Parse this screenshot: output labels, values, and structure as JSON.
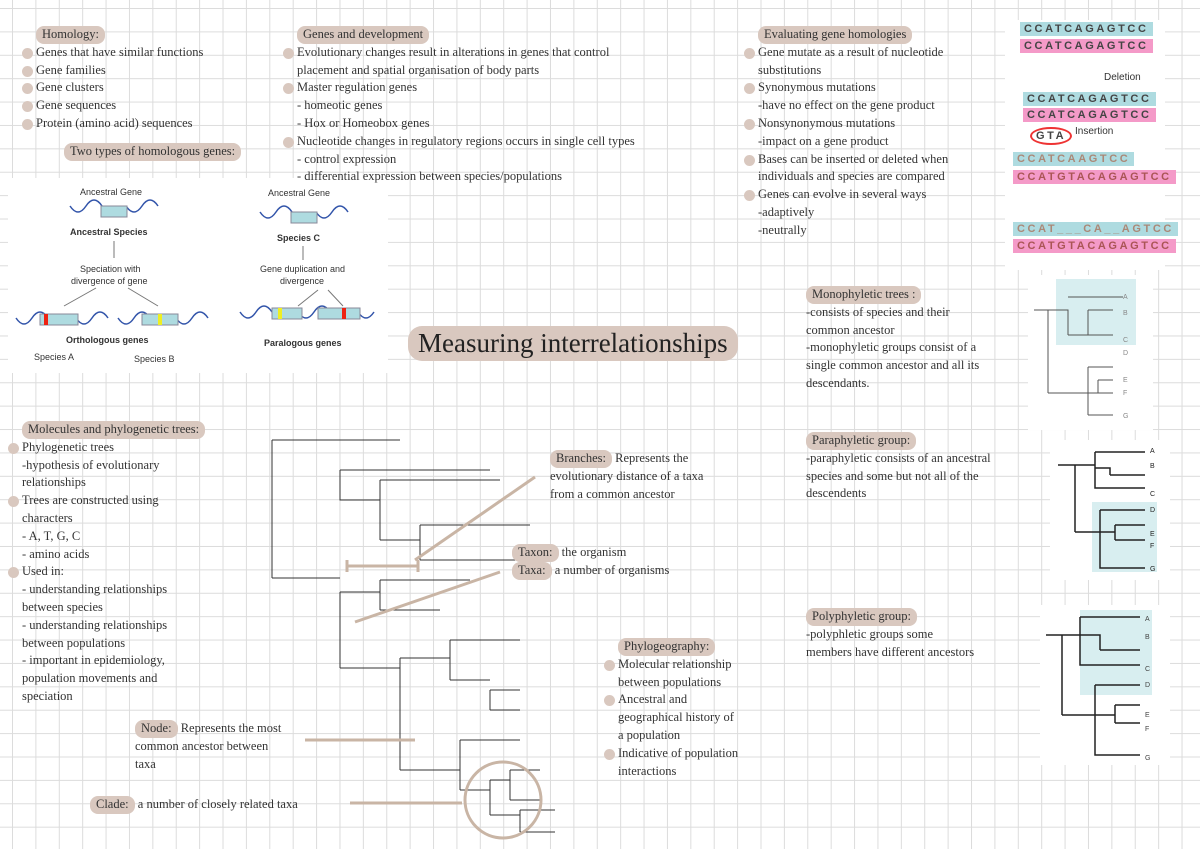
{
  "title": "Measuring interrelationships",
  "homology": {
    "heading": "Homology:",
    "items": [
      "Genes that have similar functions",
      "Gene families",
      "Gene clusters",
      "Gene sequences",
      "Protein (amino acid) sequences"
    ],
    "two_types": "Two types of homologous genes:"
  },
  "homology_figure": {
    "ancestral_gene": "Ancestral Gene",
    "ancestral_species": "Ancestral Species",
    "speciation": "Speciation with",
    "divergence": "divergence of gene",
    "orthologous": "Orthologous genes",
    "species_a": "Species A",
    "species_b": "Species B",
    "ancestral_gene2": "Ancestral Gene",
    "species_c": "Species C",
    "duplication": "Gene duplication and",
    "divergence2": "divergence",
    "paralogous": "Paralogous genes"
  },
  "development": {
    "heading": "Genes and development",
    "lines": [
      "Evolutionary changes result in alterations in genes that control",
      "placement and spatial organisation of body parts",
      "Master regulation genes",
      "- homeotic genes",
      "- Hox or Homeobox genes",
      "Nucleotide changes in regulatory regions occurs in single cell types",
      "- control expression",
      "- differential expression between species/populations"
    ]
  },
  "evaluating": {
    "heading": "Evaluating gene homologies",
    "lines": [
      "Gene mutate as a result of nucleotide",
      "substitutions",
      "Synonymous mutations",
      "-have no effect on the gene product",
      "Nonsynonymous mutations",
      "-impact on a gene product",
      "Bases can be inserted or deleted when",
      "individuals and species are compared",
      "Genes can evolve in several ways",
      "-adaptively",
      "-neutrally"
    ]
  },
  "sequences": {
    "s1": "CCATCAGAGTCC",
    "s2": "CCATCAGAGTCC",
    "s3": "CCATCAGAGTCC",
    "s4": "CCATCAGAGTCC",
    "deletion": "Deletion",
    "insertion": "Insertion",
    "gta": "GTA",
    "a1": "CCATCAAGTCC",
    "a2": "CCATGTACAGAGTCC",
    "b1": "CCAT___CA__AGTCC",
    "b2": "CCATGTACAGAGTCC"
  },
  "molecules": {
    "heading": "Molecules and phylogenetic trees:",
    "lines": [
      "Phylogenetic trees",
      "-hypothesis of evolutionary",
      "relationships",
      "Trees are constructed using",
      "characters",
      "- A, T, G, C",
      "- amino acids",
      "Used in:",
      "- understanding relationships",
      "between species",
      "- understanding relationships",
      "between populations",
      "- important in epidemiology,",
      "population movements and",
      "speciation"
    ]
  },
  "labels": {
    "branches_h": "Branches:",
    "branches": "Represents the",
    "branches2": "evolutionary distance of a taxa",
    "branches3": "from a common ancestor",
    "taxon_h": "Taxon:",
    "taxon": "the organism",
    "taxa_h": "Taxa:",
    "taxa": "a number of organisms",
    "node_h": "Node:",
    "node": "Represents the most",
    "node2": "common ancestor between",
    "node3": "taxa",
    "clade_h": "Clade:",
    "clade": "a number of closely related taxa"
  },
  "phylogeography": {
    "heading": "Phylogeography:",
    "lines": [
      "Molecular relationship",
      "between populations",
      "Ancestral and",
      "geographical history of",
      "a population",
      "Indicative of population",
      "interactions"
    ]
  },
  "monophyletic": {
    "heading": "Monophyletic trees :",
    "lines": [
      "-consists of species and their",
      "common ancestor",
      "-monophyletic groups consist of a",
      "single common ancestor and all its",
      "descendants."
    ]
  },
  "paraphyletic": {
    "heading": "Paraphyletic group:",
    "lines": [
      "-paraphyletic consists of an ancestral",
      "species and some but not all of the",
      "descendents"
    ]
  },
  "polyphyletic": {
    "heading": "Polyphyletic group:",
    "lines": [
      "-polyphletic groups some",
      "members have different ancestors"
    ]
  },
  "tree_leaves": [
    "A",
    "B",
    "C",
    "D",
    "E",
    "F",
    "G"
  ]
}
